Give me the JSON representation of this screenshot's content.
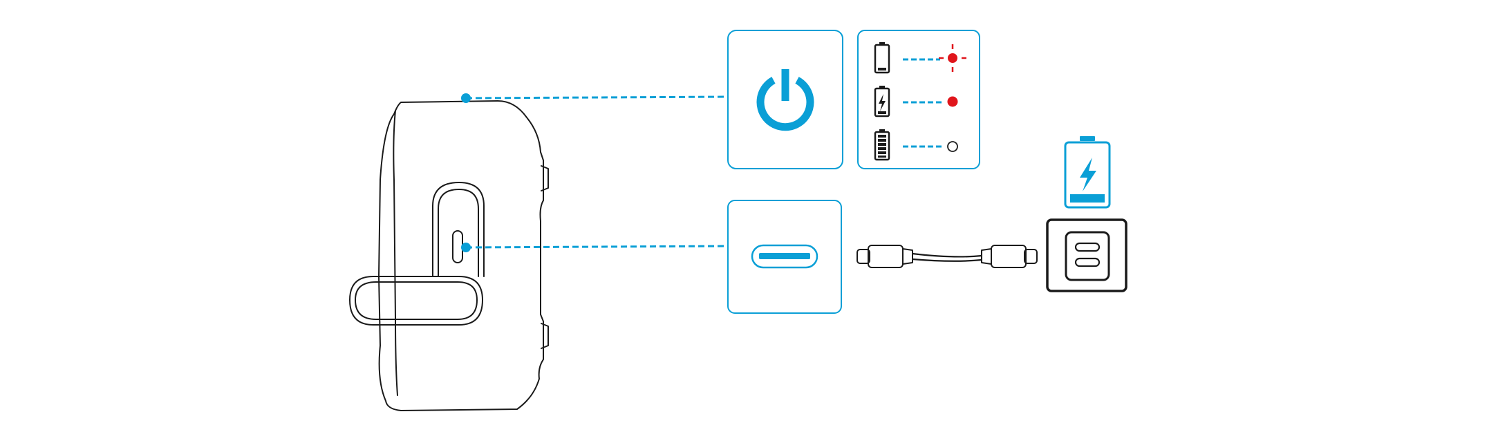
{
  "colors": {
    "accent_blue": "#0a9fd6",
    "outline_black": "#1a1a1a",
    "indicator_red": "#e0151b",
    "background": "#ffffff"
  },
  "icons": {
    "power": "power-icon",
    "usb_c_port": "usb-c-port-icon",
    "battery_low": "battery-low-icon",
    "battery_charging": "battery-charging-icon",
    "battery_full": "battery-full-icon",
    "wall_charger": "usb-c-wall-charger-icon",
    "charging_battery": "charging-battery-icon",
    "cable": "usb-c-cable-icon"
  },
  "battery_states": [
    {
      "state": "low",
      "led": "red-blinking"
    },
    {
      "state": "charging",
      "led": "red-solid"
    },
    {
      "state": "full",
      "led": "off"
    }
  ]
}
